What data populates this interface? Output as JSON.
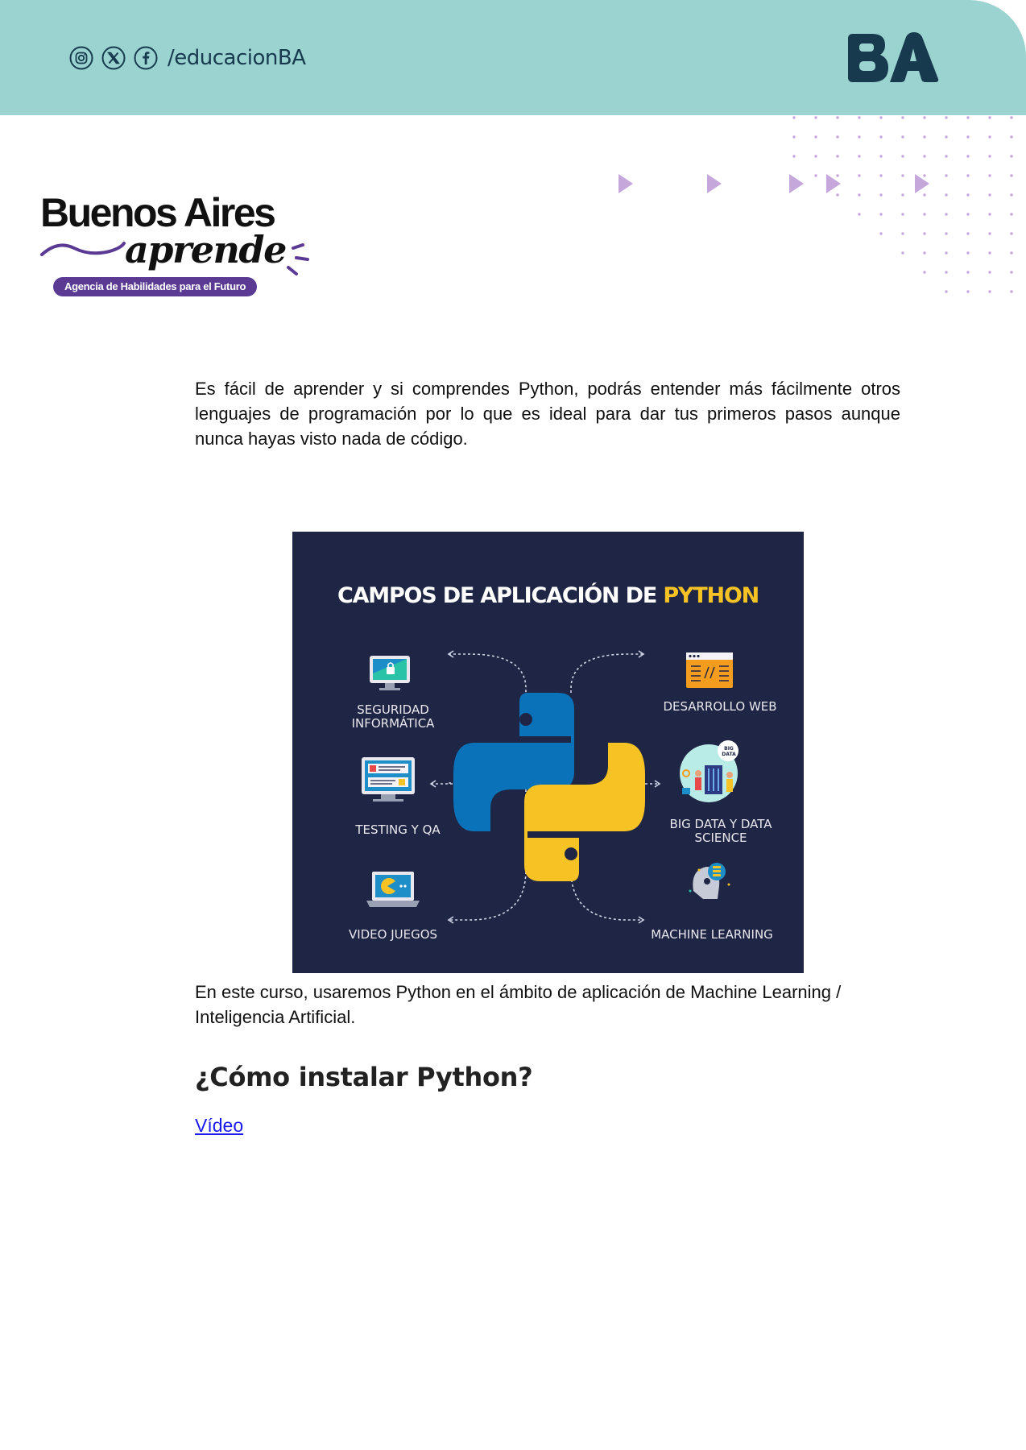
{
  "header": {
    "social_handle": "/educacionBA",
    "social_icons": [
      "instagram-icon",
      "x-icon",
      "facebook-icon"
    ],
    "logo_text": "BA",
    "bg_color": "#9ad3cf",
    "logo_color": "#173a4e"
  },
  "brand": {
    "title": "Buenos Aires",
    "subtitle": "aprende",
    "tagline": "Agencia de Habilidades para el Futuro",
    "accent_color": "#5b3a94"
  },
  "content": {
    "paragraph1": "Es fácil de aprender y si comprendes Python, podrás entender más fácilmente otros lenguajes de programación por lo que es ideal para dar tus primeros pasos aunque nunca hayas visto nada de código.",
    "paragraph2": "En este curso, usaremos Python en el ámbito de aplicación de Machine Learning / Inteligencia Artificial.",
    "heading": "¿Cómo instalar Python?",
    "link_text": "Vídeo"
  },
  "infographic": {
    "title_main": "CAMPOS DE APLICACIÓN DE ",
    "title_highlight": "PYTHON",
    "bg_color": "#1f2544",
    "python_blue": "#0a72b8",
    "python_yellow": "#f7c324",
    "fields": {
      "security_line1": "SEGURIDAD",
      "security_line2": "INFORMÁTICA",
      "web": "DESARROLLO WEB",
      "testing": "TESTING Y QA",
      "bigdata_line1": "BIG DATA Y DATA",
      "bigdata_line2": "SCIENCE",
      "games": "VIDEO JUEGOS",
      "ml": "MACHINE LEARNING"
    },
    "bigdata_badge_line1": "BIG",
    "bigdata_badge_line2": "DATA"
  }
}
